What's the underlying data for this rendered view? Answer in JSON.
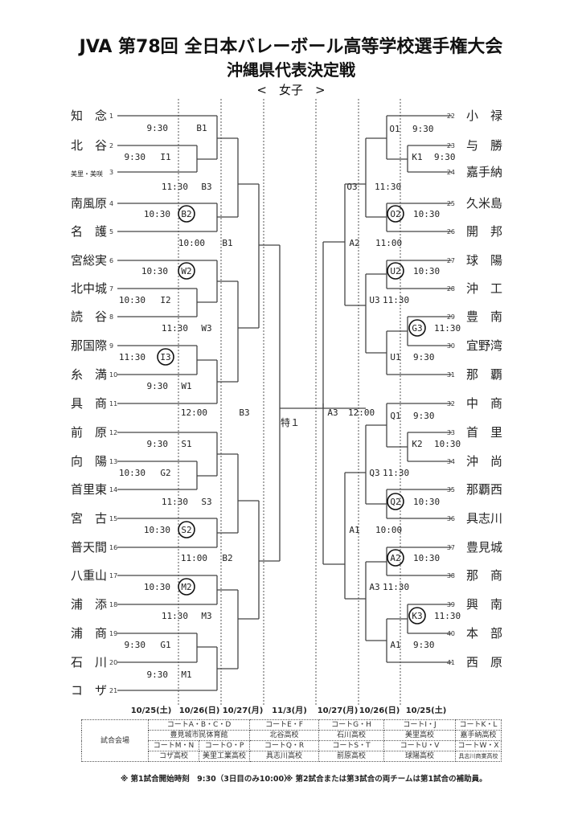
{
  "header": {
    "title": "JVA 第78回 全日本バレーボール高等学校選手権大会",
    "subtitle": "沖縄県代表決定戦",
    "division": "<　女子　>"
  },
  "left_teams": [
    {
      "seed": "1",
      "name": "知　念"
    },
    {
      "seed": "2",
      "name": "北　谷"
    },
    {
      "seed": "3",
      "name": "美里・美咲"
    },
    {
      "seed": "4",
      "name": "南風原"
    },
    {
      "seed": "5",
      "name": "名　護"
    },
    {
      "seed": "6",
      "name": "宮総実"
    },
    {
      "seed": "7",
      "name": "北中城"
    },
    {
      "seed": "8",
      "name": "読　谷"
    },
    {
      "seed": "9",
      "name": "那国際"
    },
    {
      "seed": "10",
      "name": "糸　満"
    },
    {
      "seed": "11",
      "name": "具　商"
    },
    {
      "seed": "12",
      "name": "前　原"
    },
    {
      "seed": "13",
      "name": "向　陽"
    },
    {
      "seed": "14",
      "name": "首里東"
    },
    {
      "seed": "15",
      "name": "宮　古"
    },
    {
      "seed": "16",
      "name": "普天間"
    },
    {
      "seed": "17",
      "name": "八重山"
    },
    {
      "seed": "18",
      "name": "浦　添"
    },
    {
      "seed": "19",
      "name": "浦　商"
    },
    {
      "seed": "20",
      "name": "石　川"
    },
    {
      "seed": "21",
      "name": "コ　ザ"
    }
  ],
  "right_teams": [
    {
      "seed": "22",
      "name": "小　禄"
    },
    {
      "seed": "23",
      "name": "与　勝"
    },
    {
      "seed": "24",
      "name": "嘉手納"
    },
    {
      "seed": "25",
      "name": "久米島"
    },
    {
      "seed": "26",
      "name": "開　邦"
    },
    {
      "seed": "27",
      "name": "球　陽"
    },
    {
      "seed": "28",
      "name": "沖　工"
    },
    {
      "seed": "29",
      "name": "豊　南"
    },
    {
      "seed": "30",
      "name": "宜野湾"
    },
    {
      "seed": "31",
      "name": "那　覇"
    },
    {
      "seed": "32",
      "name": "中　商"
    },
    {
      "seed": "33",
      "name": "首　里"
    },
    {
      "seed": "34",
      "name": "沖　尚"
    },
    {
      "seed": "35",
      "name": "那覇西"
    },
    {
      "seed": "36",
      "name": "具志川"
    },
    {
      "seed": "37",
      "name": "豊見城"
    },
    {
      "seed": "38",
      "name": "那　商"
    },
    {
      "seed": "39",
      "name": "興　南"
    },
    {
      "seed": "40",
      "name": "本　部"
    },
    {
      "seed": "41",
      "name": "西　原"
    }
  ],
  "matches": {
    "left": [
      {
        "time": "9:30",
        "court": "B1",
        "circled": false
      },
      {
        "time": "9:30",
        "court": "I1",
        "circled": false
      },
      {
        "time": "11:30",
        "court": "B3",
        "circled": false
      },
      {
        "time": "10:30",
        "court": "B2",
        "circled": true
      },
      {
        "time": "10:00",
        "court": "B1",
        "circled": false
      },
      {
        "time": "10:30",
        "court": "W2",
        "circled": true
      },
      {
        "time": "10:30",
        "court": "I2",
        "circled": false
      },
      {
        "time": "11:30",
        "court": "W3",
        "circled": false
      },
      {
        "time": "11:30",
        "court": "I3",
        "circled": true
      },
      {
        "time": "9:30",
        "court": "W1",
        "circled": false
      },
      {
        "time": "12:00",
        "court": "B3",
        "circled": false
      },
      {
        "time": "9:30",
        "court": "S1",
        "circled": false
      },
      {
        "time": "10:30",
        "court": "G2",
        "circled": false
      },
      {
        "time": "11:30",
        "court": "S3",
        "circled": false
      },
      {
        "time": "10:30",
        "court": "S2",
        "circled": true
      },
      {
        "time": "11:00",
        "court": "B2",
        "circled": false
      },
      {
        "time": "10:30",
        "court": "M2",
        "circled": true
      },
      {
        "time": "11:30",
        "court": "M3",
        "circled": false
      },
      {
        "time": "9:30",
        "court": "G1",
        "circled": false
      },
      {
        "time": "9:30",
        "court": "M1",
        "circled": false
      }
    ],
    "right": [
      {
        "court": "O1",
        "time": "9:30",
        "circled": false
      },
      {
        "court": "K1",
        "time": "9:30",
        "circled": false
      },
      {
        "court": "O3",
        "time": "11:30",
        "circled": false
      },
      {
        "court": "O2",
        "time": "10:30",
        "circled": true
      },
      {
        "court": "A2",
        "time": "11:00",
        "circled": false
      },
      {
        "court": "U2",
        "time": "10:30",
        "circled": true
      },
      {
        "court": "U3",
        "time": "11:30",
        "circled": false
      },
      {
        "court": "G3",
        "time": "11:30",
        "circled": true
      },
      {
        "court": "U1",
        "time": "9:30",
        "circled": false
      },
      {
        "court": "A3",
        "time": "12:00",
        "circled": false
      },
      {
        "court": "Q1",
        "time": "9:30",
        "circled": false
      },
      {
        "court": "K2",
        "time": "10:30",
        "circled": false
      },
      {
        "court": "Q3",
        "time": "11:30",
        "circled": false
      },
      {
        "court": "Q2",
        "time": "10:30",
        "circled": true
      },
      {
        "court": "A1",
        "time": "10:00",
        "circled": false
      },
      {
        "court": "A2",
        "time": "10:30",
        "circled": true
      },
      {
        "court": "A3",
        "time": "11:30",
        "circled": false
      },
      {
        "court": "K3",
        "time": "11:30",
        "circled": true
      },
      {
        "court": "A1",
        "time": "9:30",
        "circled": false
      }
    ],
    "final": {
      "label": "特１"
    }
  },
  "dates": [
    "10/25(土)",
    "10/26(日)",
    "10/27(月)",
    "11/3(月)",
    "10/27(月)",
    "10/26(日)",
    "10/25(土)"
  ],
  "venue": {
    "label": "試合会場",
    "row1": [
      "コートA・B・C・D",
      "コートE・F",
      "コートG・H",
      "コートI・J",
      "コートK・L"
    ],
    "row2": [
      "豊見城市民体育館",
      "北谷高校",
      "石川高校",
      "美里高校",
      "嘉手納高校"
    ],
    "row3": [
      "コートM・N",
      "コートO・P",
      "コートQ・R",
      "コートS・T",
      "コートU・V",
      "コートW・X"
    ],
    "row4": [
      "コザ高校",
      "美里工業高校",
      "具志川高校",
      "前原高校",
      "球陽高校",
      "具志川商業高校"
    ]
  },
  "notes": [
    "※ 第1試合開始時刻　9:30（3日目のみ10:00）",
    "※ 第2試合または第3試合の両チームは第1試合の補助員。"
  ]
}
